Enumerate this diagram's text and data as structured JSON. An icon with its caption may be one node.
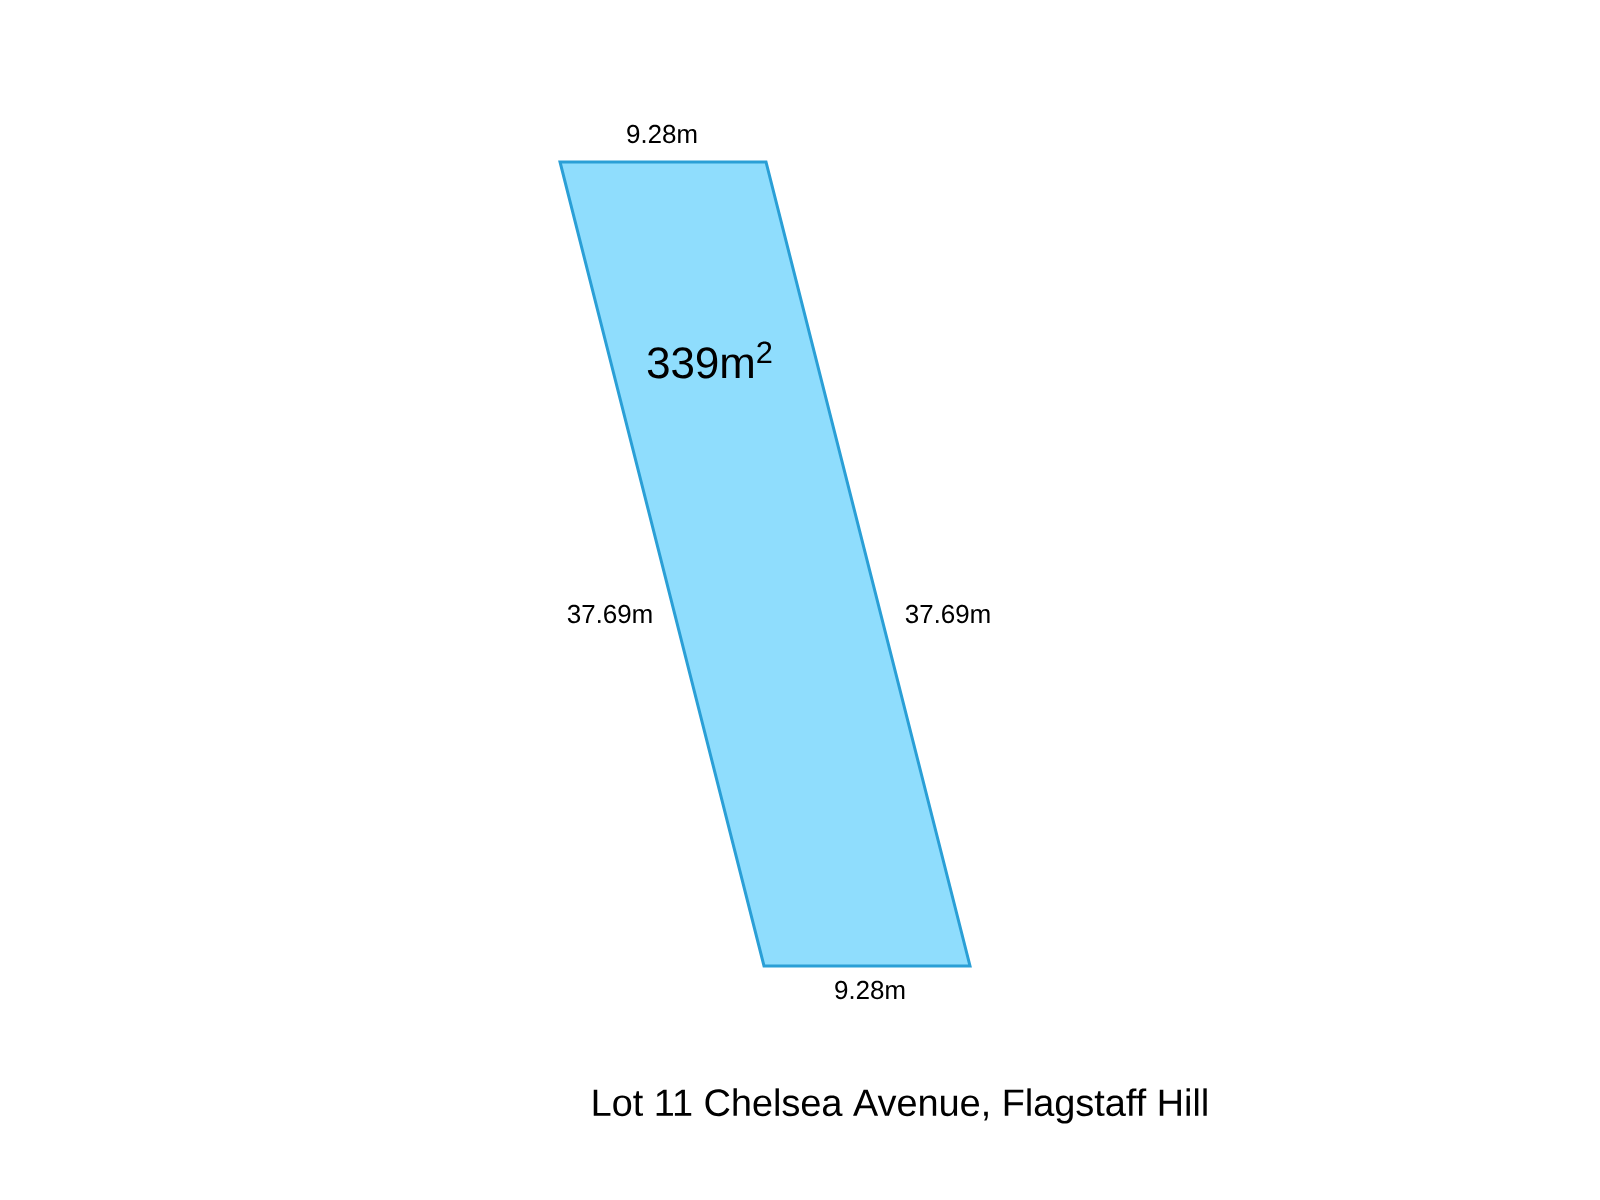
{
  "diagram": {
    "caption": "Lot 11 Chelsea Avenue, Flagstaff Hill",
    "nodes": [
      {
        "text": [
          "339m$^{2}$"
        ]
      }
    ],
    "labels": [
      "9.28m",
      "37.69m",
      "37.69m",
      "9.28m"
    ]
  }
}
